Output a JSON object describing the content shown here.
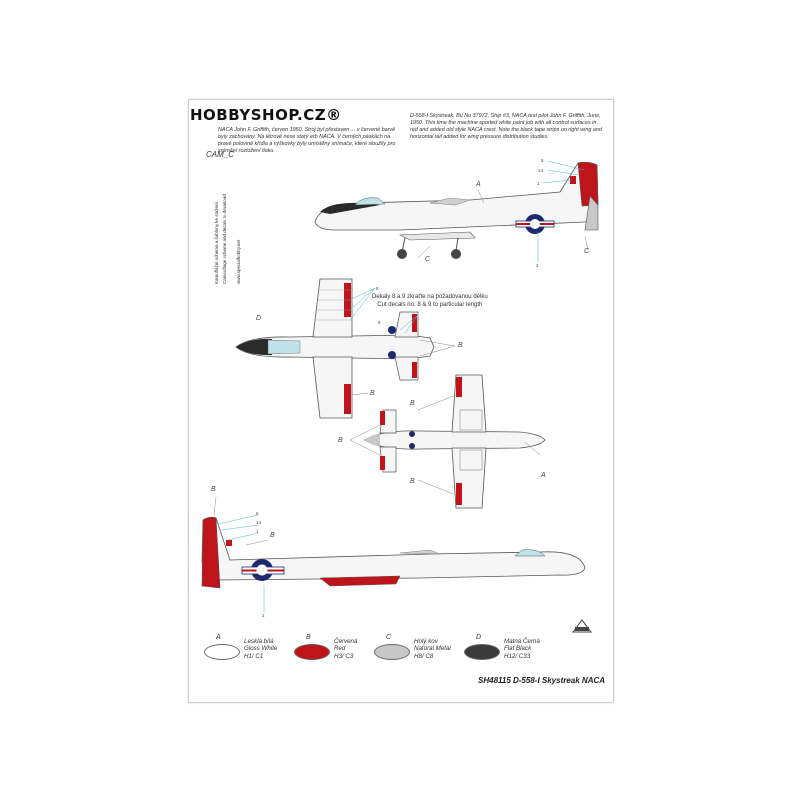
{
  "watermark": "HOBBYSHOP.CZ®",
  "text_cz": "NACA John F. Griffith, červen 1950. Stroj byl přestaven ... v červené barvě byly zachovány. Na létrové nese starý erb NACA. V černých páskách na pravé polovině křídla a výškovky byly umístěny snímače, které sloužily pro snímání rozložení tlaku.",
  "text_en": "D-558-I Skystreak, Bu No 37972, Ship #3, NACA test pilot John F. Griffith, June, 1950. This time the machine sported white paint job with all control surfaces in red and added old style NACA crest. Note the black tape strips on right wing and horizontal tail added for wing pressure distribution studies.",
  "cam_label": "CAM_C",
  "vertical_text_1": "Kamuflážní schéma a šablony ke stažení",
  "vertical_text_2": "Camouflage scheme and decals to download",
  "vertical_url": "www.specialhobby.net",
  "instruction_cz": "Dekaly 8 a 9 zkraťte na požadovanou délku",
  "instruction_en": "Cut decals no. 8 & 9 to particular length",
  "callouts": {
    "A": "A",
    "B": "B",
    "C": "C",
    "D": "D",
    "n2": "2",
    "n5": "5",
    "n14": "14",
    "n1": "1",
    "n8": "8",
    "n9": "9"
  },
  "legend": [
    {
      "letter": "A",
      "cz": "Lesklá bílá",
      "en": "Gloss White",
      "code": "H1/ C1",
      "color": "#ffffff"
    },
    {
      "letter": "B",
      "cz": "Červená",
      "en": "Red",
      "code": "H3/ C3",
      "color": "#c0141b"
    },
    {
      "letter": "C",
      "cz": "Holý kov",
      "en": "Natural Metal",
      "code": "H8/ C8",
      "color": "#c8c8c8"
    },
    {
      "letter": "D",
      "cz": "Matná Černá",
      "en": "Flat Black",
      "code": "H12/ C33",
      "color": "#3a3a3a"
    }
  ],
  "footer": "SH48115 D-558-I Skystreak NACA",
  "colors": {
    "white": "#f4f4f4",
    "red": "#c0141b",
    "metal": "#c8c8c8",
    "black": "#222222",
    "navy": "#1e2a6e",
    "cyan": "#48b8c8"
  }
}
